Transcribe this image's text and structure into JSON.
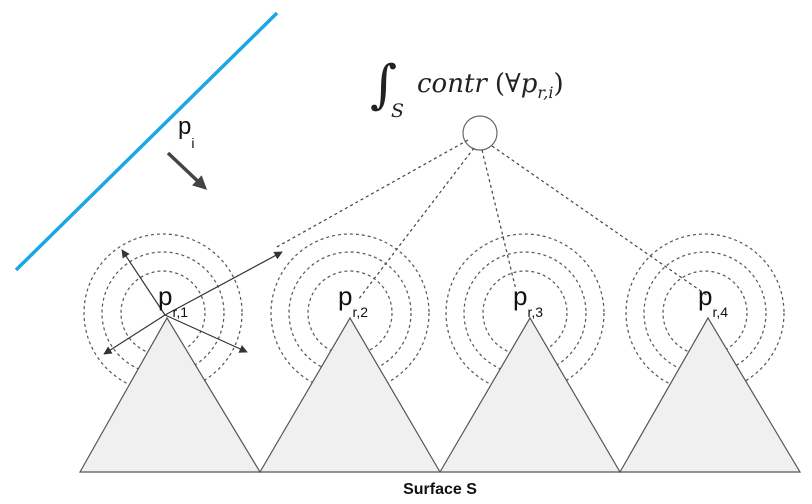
{
  "formula": {
    "integral": "∫",
    "subscript": "S",
    "body": "contr",
    "open_paren": "(",
    "forall": "∀",
    "p": "p",
    "index": "r,i",
    "close_paren": ")"
  },
  "incident": {
    "main": "p",
    "sub": "i"
  },
  "points": [
    {
      "main": "p",
      "sub": "r,1"
    },
    {
      "main": "p",
      "sub": "r,2"
    },
    {
      "main": "p",
      "sub": "r,3"
    },
    {
      "main": "p",
      "sub": "r,4"
    }
  ],
  "surface_label": "Surface S",
  "colors": {
    "incident_line": "#1aa7e6",
    "triangle_fill": "#f0f0f0",
    "stroke": "#555555"
  }
}
